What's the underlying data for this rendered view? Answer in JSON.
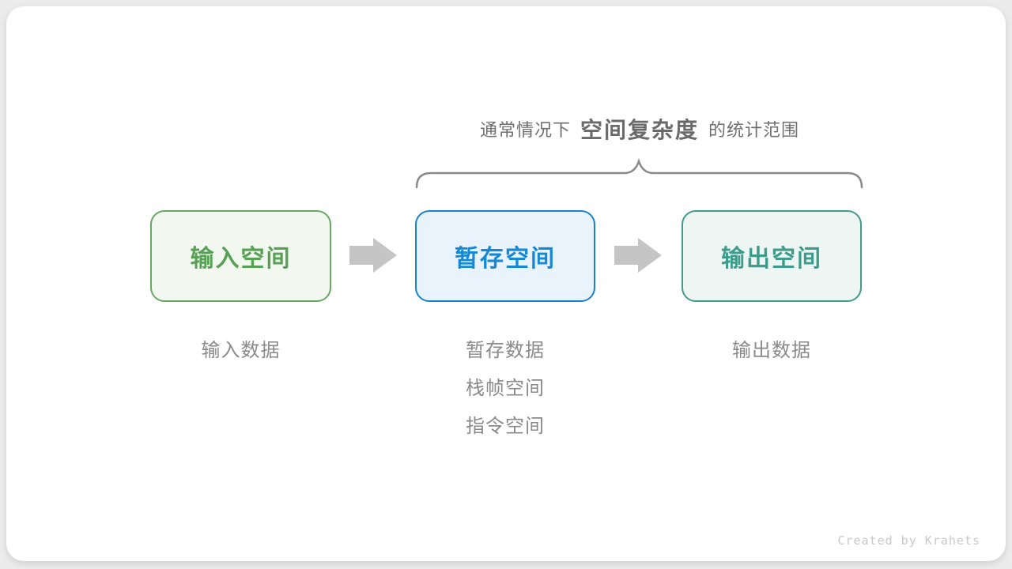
{
  "title": {
    "prefix": "通常情况下",
    "highlight": "空间复杂度",
    "suffix": "的统计范围"
  },
  "boxes": [
    {
      "id": "input-space",
      "label": "输入空间"
    },
    {
      "id": "buffer-space",
      "label": "暂存空间"
    },
    {
      "id": "output-space",
      "label": "输出空间"
    }
  ],
  "annotations": [
    {
      "items": [
        "输入数据"
      ]
    },
    {
      "items": [
        "暂存数据",
        "栈帧空间",
        "指令空间"
      ]
    },
    {
      "items": [
        "输出数据"
      ]
    }
  ],
  "icons": [
    {
      "name": "arrow-right-icon",
      "count": 2
    },
    {
      "name": "brace-icon",
      "description": "horizontal curly brace spanning buffer and output boxes"
    }
  ],
  "footer": {
    "credit": "Created by Krahets"
  },
  "colors": {
    "background": "#ECECEC",
    "card": "#FFFFFF",
    "input_box": {
      "border": "#68A863",
      "text": "#57A155",
      "fill": "#F2F8F0"
    },
    "buffer_box": {
      "border": "#1A81CD",
      "text": "#1588D6",
      "fill": "#E9F3FB"
    },
    "output_box": {
      "border": "#44998A",
      "text": "#3D9C8C",
      "fill": "#EEF6F3"
    },
    "arrow": "#C5C5C5",
    "title_text": "#6F6F6F",
    "annotation_text": "#8A8A8A",
    "brace": "#8A8A8A",
    "credit_text": "#C9C9C9"
  }
}
